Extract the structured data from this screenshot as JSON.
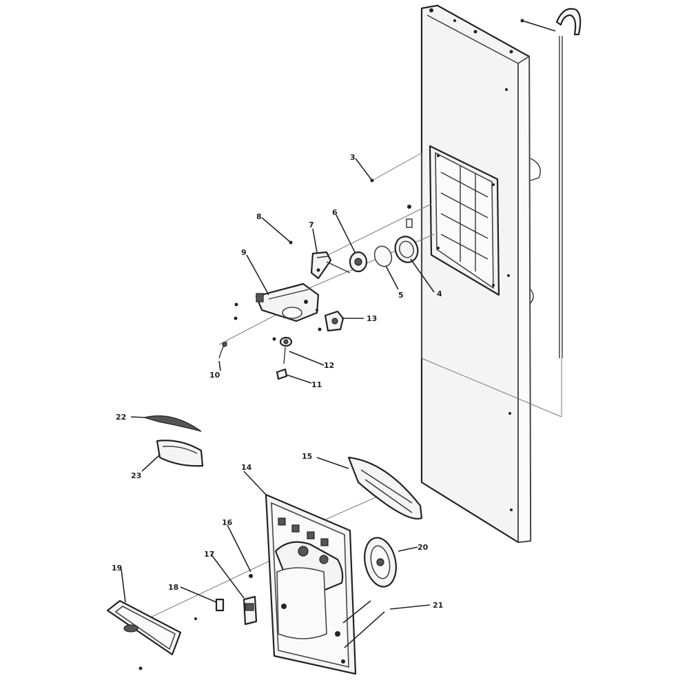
{
  "callouts": {
    "c3": "3",
    "c4": "4",
    "c5": "5",
    "c6": "6",
    "c7": "7",
    "c8": "8",
    "c9": "9",
    "c10": "10",
    "c11": "11",
    "c12": "12",
    "c13": "13",
    "c14": "14",
    "c15": "15",
    "c16": "16",
    "c17": "17",
    "c18": "18",
    "c19": "19",
    "c20": "20",
    "c21": "21",
    "c22": "22",
    "c23": "23"
  }
}
